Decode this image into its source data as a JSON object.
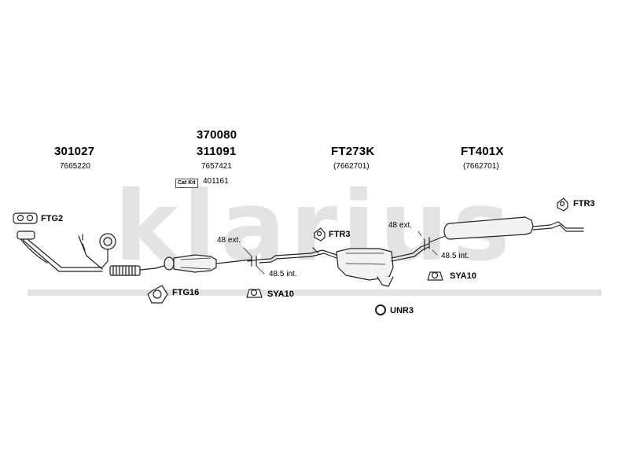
{
  "watermark": {
    "text": "klarius"
  },
  "sections": [
    {
      "codes": [
        "301027"
      ],
      "ref": "7665220"
    },
    {
      "codes": [
        "370080",
        "311091"
      ],
      "ref": "7657421",
      "catkit": {
        "label": "Cat Kit",
        "value": "401161"
      }
    },
    {
      "codes": [
        "FT273K"
      ],
      "ref": "(7662701)"
    },
    {
      "codes": [
        "FT401X"
      ],
      "ref": "(7662701)"
    }
  ],
  "parts": {
    "ftg2": "FTG2",
    "ftg16": "FTG16",
    "sya10_front": "SYA10",
    "ftr3_mid": "FTR3",
    "unr3": "UNR3",
    "sya10_rear": "SYA10",
    "ftr3_rear": "FTR3"
  },
  "dimensions": {
    "front_ext": "48 ext.",
    "front_int": "48.5 int.",
    "rear_ext": "48 ext.",
    "rear_int": "48.5 int."
  },
  "colors": {
    "watermark": "#e3e3e3",
    "line": "#222222",
    "fill": "#f2f2f2"
  }
}
